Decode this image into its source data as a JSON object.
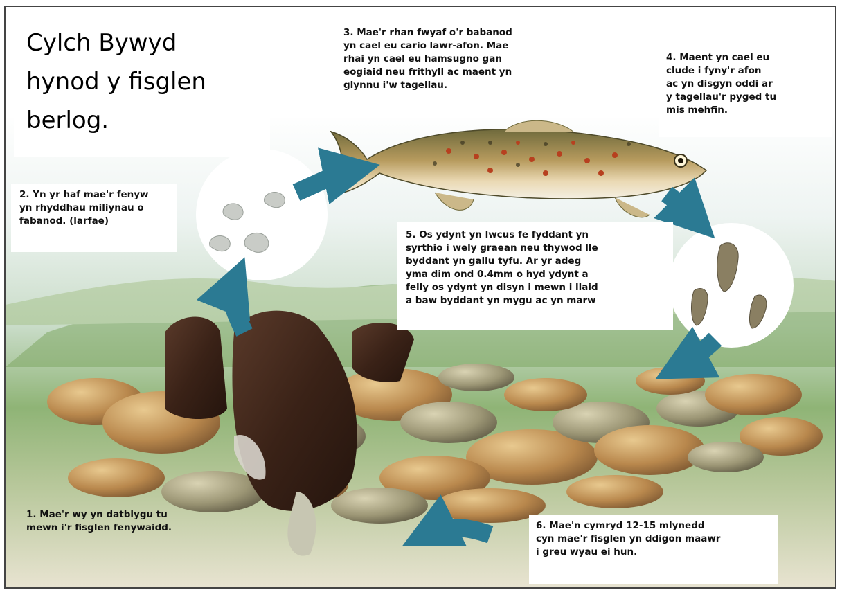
{
  "title": "Cylch Bywyd\nhynod y fisglen\nberlog.",
  "steps": {
    "step1": "1. Mae'r wy yn datblygu tu\nmewn i'r fisglen fenywaidd.",
    "step2": "2. Yn yr haf mae'r fenyw\nyn rhyddhau miliynau o\nfabanod. (larfae)",
    "step3": "3. Mae'r rhan fwyaf o'r babanod\nyn cael eu cario lawr-afon. Mae\nrhai yn cael eu hamsugno gan\neogiaid neu frithyll ac maent yn\nglynnu i'w tagellau.",
    "step4": "4. Maent yn cael eu\nclude i fyny'r afon\nac yn disgyn oddi ar\ny tagellau'r pyged tu\nmis mehfin.",
    "step5": "5. Os ydynt yn lwcus fe fyddant yn\nsyrthio i wely graean neu thywod lle\nbyddant yn gallu tyfu. Ar yr adeg\nyma dim ond 0.4mm o hyd ydynt a\nfelly os ydynt yn disyn i mewn i llaid\na baw byddant yn mygu ac yn marw",
    "step6": "6. Mae'n cymryd 12-15 mlynedd\ncyn mae'r fisglen yn ddigon maawr\ni greu wyau ei hun."
  },
  "colors": {
    "arrow": "#2b7a93",
    "water_light": "#eef4f2",
    "riverbed_green": "#9fbf86",
    "mussel_shell": "#3d2418",
    "trout_body": "#b59b5a",
    "pebble": "#c89a5c"
  },
  "icons": {
    "arrow": "curved-arrow-icon",
    "trout": "trout-icon",
    "mussel": "mussel-icon",
    "larvae": "larvae-icon",
    "juvenile": "juvenile-mussel-icon"
  }
}
